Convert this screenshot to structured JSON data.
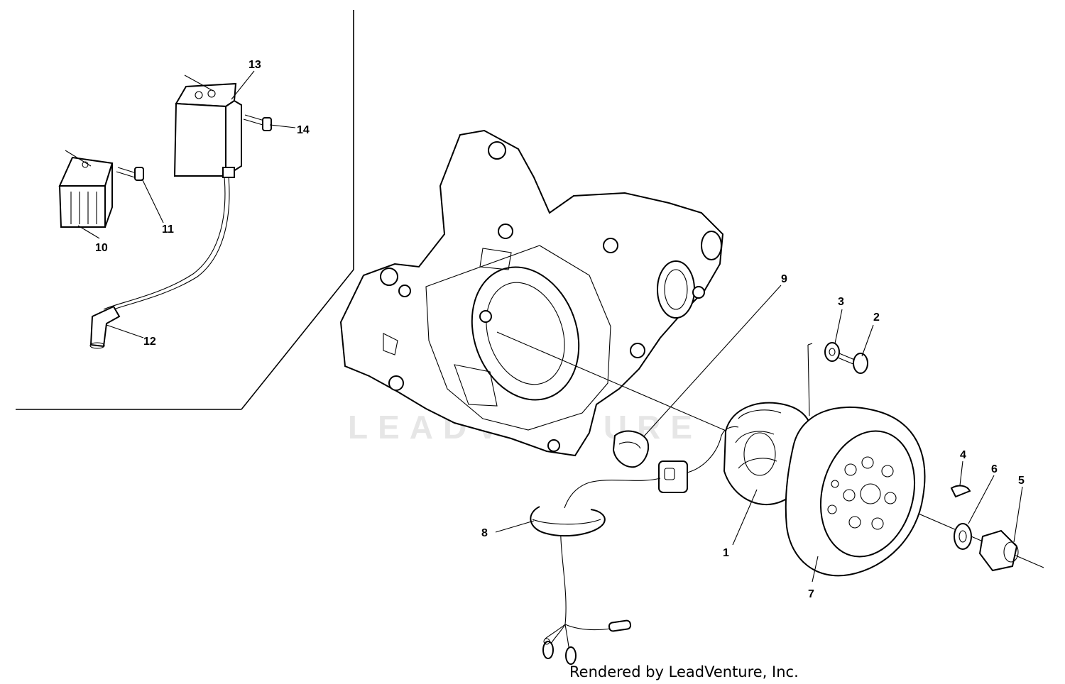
{
  "watermark": "LEADVENTURE",
  "footer": "Rendered by LeadVenture, Inc.",
  "callouts": [
    "1",
    "2",
    "3",
    "4",
    "5",
    "6",
    "7",
    "8",
    "9",
    "10",
    "11",
    "12",
    "13",
    "14"
  ]
}
